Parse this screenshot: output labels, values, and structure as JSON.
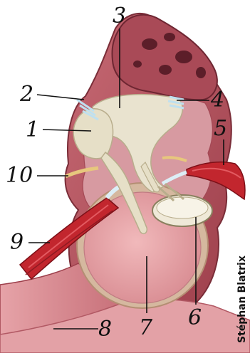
{
  "labels": [
    {
      "id": "ossicle-1",
      "text": "1"
    },
    {
      "id": "ligament-2",
      "text": "2"
    },
    {
      "id": "ossicle-3",
      "text": "3"
    },
    {
      "id": "ligament-4",
      "text": "4"
    },
    {
      "id": "tendon-5",
      "text": "5"
    },
    {
      "id": "footplate-6",
      "text": "6"
    },
    {
      "id": "tympanic-membrane-7",
      "text": "7"
    },
    {
      "id": "ear-canal-8",
      "text": "8"
    },
    {
      "id": "muscle-9",
      "text": "9"
    },
    {
      "id": "chorda-10",
      "text": "10"
    }
  ],
  "credit": "Stéphan Blatrix",
  "colors": {
    "tissue": "#b85763",
    "tissue_light": "#d98a94",
    "tissue_dark": "#7a2d38",
    "bone": "#e9e3cf",
    "drum": "#e8a7a9",
    "drum_rim": "#d5b89f",
    "muscle": "#c2262e",
    "ligament": "#bfe0ef"
  }
}
